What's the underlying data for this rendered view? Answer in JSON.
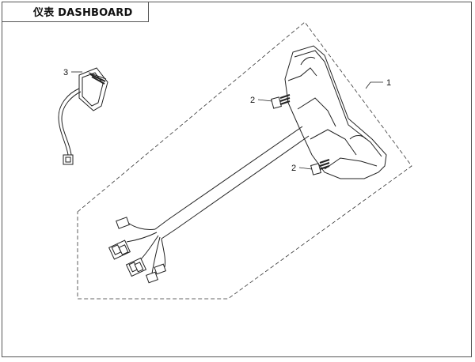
{
  "title": "仪表 DASHBOARD",
  "callouts": [
    {
      "id": "part-1",
      "label": "1"
    },
    {
      "id": "part-2a",
      "label": "2"
    },
    {
      "id": "part-2b",
      "label": "2"
    },
    {
      "id": "part-3",
      "label": "3"
    }
  ],
  "colors": {
    "line": "#222222",
    "frame": "#555555",
    "background": "#ffffff"
  }
}
